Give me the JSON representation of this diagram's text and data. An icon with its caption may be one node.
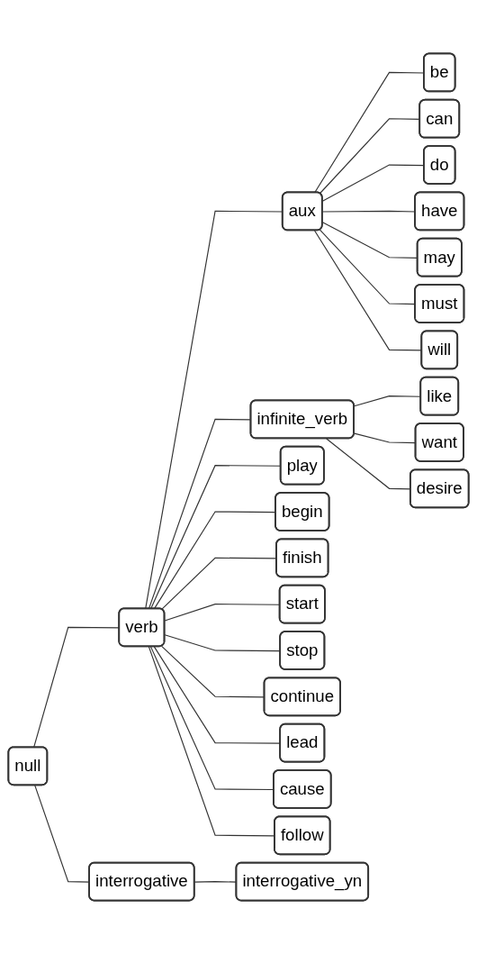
{
  "diagram": {
    "nodes": [
      {
        "text": [
          "null"
        ]
      },
      {
        "text": [
          "verb"
        ]
      },
      {
        "text": [
          "aux"
        ]
      },
      {
        "text": [
          "be"
        ]
      },
      {
        "text": [
          "can"
        ]
      },
      {
        "text": [
          "do"
        ]
      },
      {
        "text": [
          "have"
        ]
      },
      {
        "text": [
          "may"
        ]
      },
      {
        "text": [
          "must"
        ]
      },
      {
        "text": [
          "will"
        ]
      },
      {
        "text": [
          "infinite_verb"
        ]
      },
      {
        "text": [
          "like"
        ]
      },
      {
        "text": [
          "want"
        ]
      },
      {
        "text": [
          "desire"
        ]
      },
      {
        "text": [
          "play"
        ]
      },
      {
        "text": [
          "begin"
        ]
      },
      {
        "text": [
          "finish"
        ]
      },
      {
        "text": [
          "start"
        ]
      },
      {
        "text": [
          "stop"
        ]
      },
      {
        "text": [
          "continue"
        ]
      },
      {
        "text": [
          "lead"
        ]
      },
      {
        "text": [
          "cause"
        ]
      },
      {
        "text": [
          "follow"
        ]
      },
      {
        "text": [
          "interrogative"
        ]
      },
      {
        "text": [
          "interrogative_yn"
        ]
      }
    ],
    "edges": [
      {
        "from": 0,
        "to": 1,
        "arrow": "none"
      },
      {
        "from": 1,
        "to": 2,
        "arrow": "none"
      },
      {
        "from": 2,
        "to": 3,
        "arrow": "none"
      },
      {
        "from": 2,
        "to": 4,
        "arrow": "none"
      },
      {
        "from": 2,
        "to": 5,
        "arrow": "none"
      },
      {
        "from": 2,
        "to": 6,
        "arrow": "none"
      },
      {
        "from": 2,
        "to": 7,
        "arrow": "none"
      },
      {
        "from": 2,
        "to": 8,
        "arrow": "none"
      },
      {
        "from": 2,
        "to": 9,
        "arrow": "none"
      },
      {
        "from": 1,
        "to": 10,
        "arrow": "none"
      },
      {
        "from": 10,
        "to": 11,
        "arrow": "none"
      },
      {
        "from": 10,
        "to": 12,
        "arrow": "none"
      },
      {
        "from": 10,
        "to": 13,
        "arrow": "none"
      },
      {
        "from": 1,
        "to": 14,
        "arrow": "none"
      },
      {
        "from": 1,
        "to": 15,
        "arrow": "none"
      },
      {
        "from": 1,
        "to": 16,
        "arrow": "none"
      },
      {
        "from": 1,
        "to": 17,
        "arrow": "none"
      },
      {
        "from": 1,
        "to": 18,
        "arrow": "none"
      },
      {
        "from": 1,
        "to": 19,
        "arrow": "none"
      },
      {
        "from": 1,
        "to": 20,
        "arrow": "none"
      },
      {
        "from": 1,
        "to": 21,
        "arrow": "none"
      },
      {
        "from": 1,
        "to": 22,
        "arrow": "none"
      },
      {
        "from": 0,
        "to": 23,
        "arrow": "none"
      },
      {
        "from": 23,
        "to": 24,
        "arrow": "none"
      }
    ]
  }
}
